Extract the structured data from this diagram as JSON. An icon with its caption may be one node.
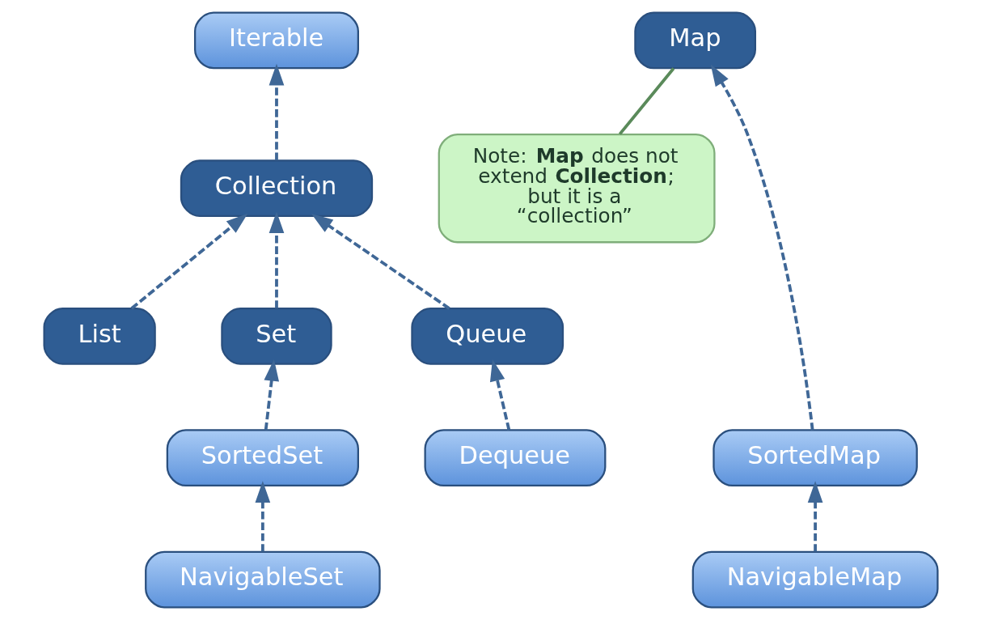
{
  "diagram": {
    "nodes": [
      {
        "text": [
          "Iterable"
        ]
      },
      {
        "text": [
          "Collection"
        ]
      },
      {
        "text": [
          "Map"
        ]
      },
      {
        "text": [
          "Note: **Map** does not extend **Collection**;",
          "but it is a “collection”"
        ]
      },
      {
        "text": [
          "List"
        ]
      },
      {
        "text": [
          "Set"
        ]
      },
      {
        "text": [
          "Queue"
        ]
      },
      {
        "text": [
          "SortedSet"
        ]
      },
      {
        "text": [
          "Dequeue"
        ]
      },
      {
        "text": [
          "SortedMap"
        ]
      },
      {
        "text": [
          "NavigableSet"
        ]
      },
      {
        "text": [
          "NavigableMap"
        ]
      }
    ],
    "edges": [
      {
        "from": 1,
        "to": 0,
        "arrow": "to",
        "style": "dashed"
      },
      {
        "from": 4,
        "to": 1,
        "arrow": "to",
        "style": "dashed"
      },
      {
        "from": 5,
        "to": 1,
        "arrow": "to",
        "style": "dashed"
      },
      {
        "from": 6,
        "to": 1,
        "arrow": "to",
        "style": "dashed"
      },
      {
        "from": 3,
        "to": 2,
        "arrow": "none",
        "color": "#5a8a5a"
      },
      {
        "from": 7,
        "to": 5,
        "arrow": "to",
        "style": "dashed"
      },
      {
        "from": 8,
        "to": 6,
        "arrow": "to",
        "style": "dashed"
      },
      {
        "from": 9,
        "to": 2,
        "arrow": "to",
        "style": "dashed"
      },
      {
        "from": 10,
        "to": 7,
        "arrow": "to",
        "style": "dashed"
      },
      {
        "from": 11,
        "to": 9,
        "arrow": "to",
        "style": "dashed"
      }
    ]
  }
}
